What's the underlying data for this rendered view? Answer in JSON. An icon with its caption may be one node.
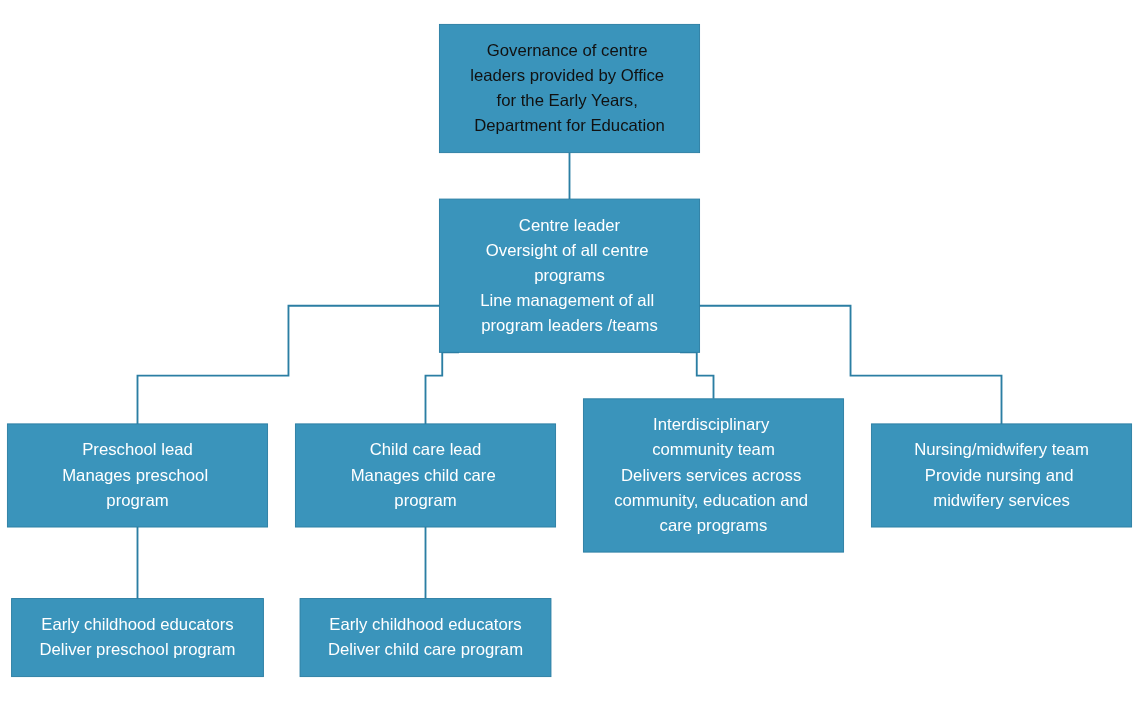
{
  "diagram": {
    "nodes": [
      {
        "text": [
          "Governance of centre leaders provided by Office for the Early Years, Department for Education"
        ]
      },
      {
        "text": [
          "Centre leader",
          "Oversight of all centre programs",
          "Line management of all program leaders /teams"
        ]
      },
      {
        "text": [
          "Preschool lead",
          "Manages preschool program"
        ]
      },
      {
        "text": [
          "Child care lead",
          "Manages child care program"
        ]
      },
      {
        "text": [
          "Interdisciplinary community team",
          "Delivers services across community, education and care programs"
        ]
      },
      {
        "text": [
          "Nursing/midwifery team",
          "Provide nursing and midwifery services"
        ]
      },
      {
        "text": [
          "Early childhood educators",
          "Deliver preschool program"
        ]
      },
      {
        "text": [
          "Early childhood educators",
          "Deliver child care program"
        ]
      }
    ],
    "edges": [
      {
        "from": 0,
        "to": 1,
        "arrow": "none"
      },
      {
        "from": 1,
        "to": 2,
        "arrow": "none"
      },
      {
        "from": 1,
        "to": 3,
        "arrow": "none"
      },
      {
        "from": 1,
        "to": 4,
        "arrow": "none"
      },
      {
        "from": 1,
        "to": 5,
        "arrow": "none"
      },
      {
        "from": 2,
        "to": 6,
        "arrow": "none"
      },
      {
        "from": 3,
        "to": 7,
        "arrow": "none"
      }
    ]
  }
}
